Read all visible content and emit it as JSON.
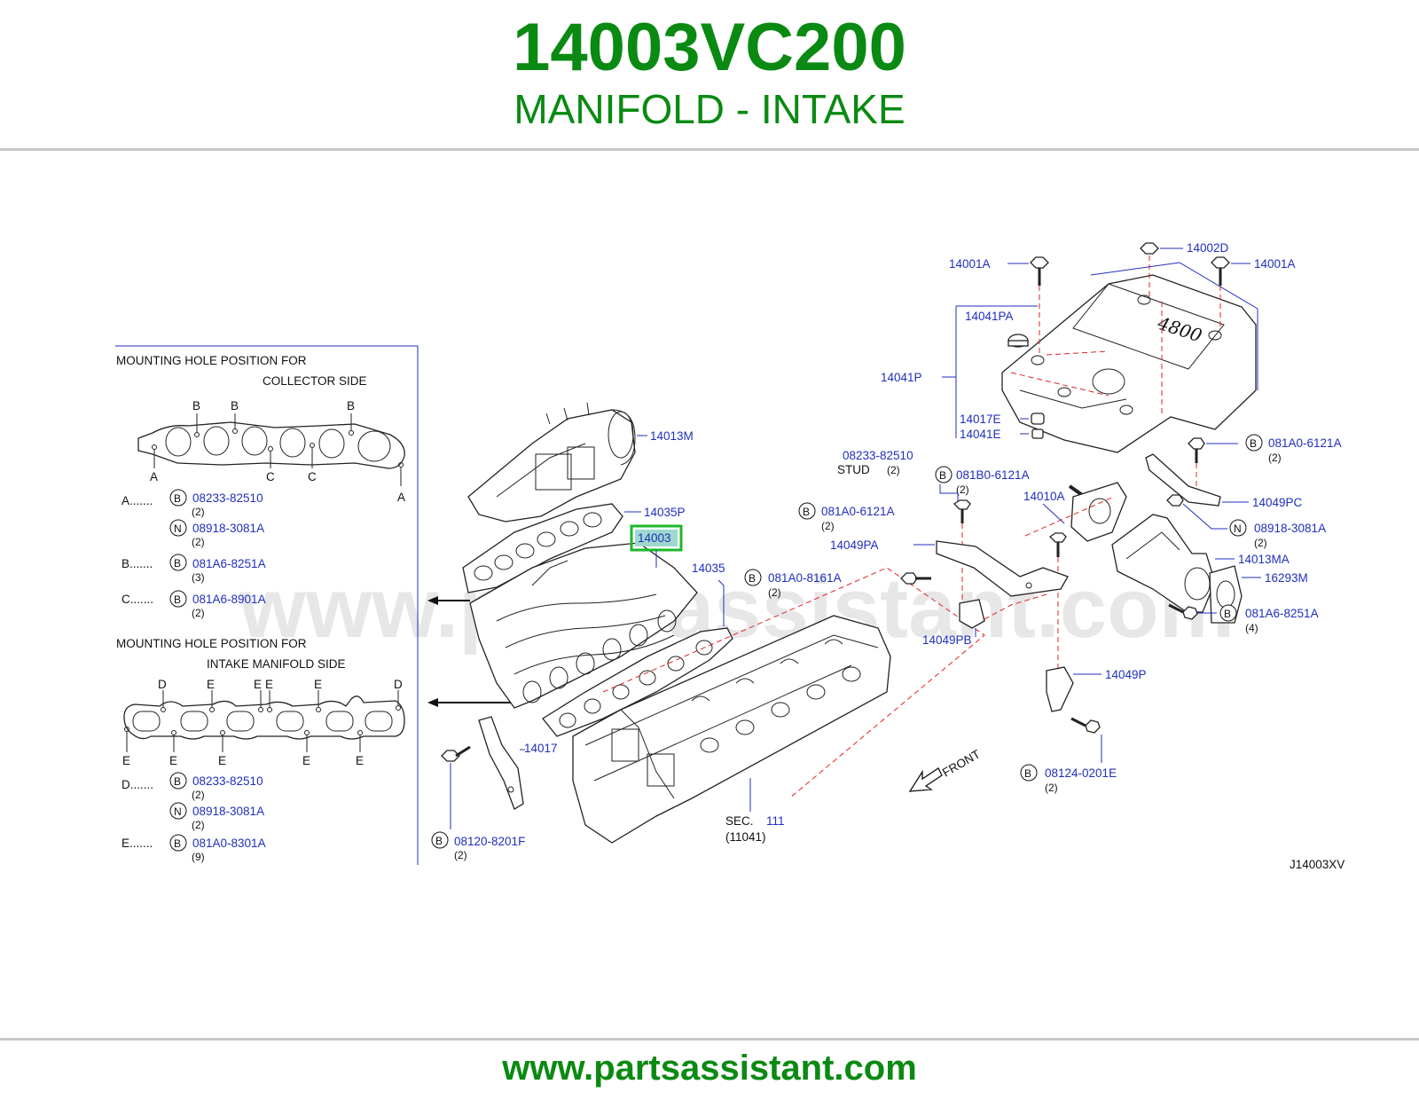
{
  "header": {
    "part_number": "14003VC200",
    "part_name": "MANIFOLD - INTAKE"
  },
  "footer": {
    "url": "www.partsassistant.com"
  },
  "watermark": "www.partsassistant.com",
  "colors": {
    "title_green": "#0a8a12",
    "label_blue": "#1f2fbf",
    "dash_red": "#e02424",
    "highlight_box": "#1db82a"
  },
  "collector_panel": {
    "title_line1": "MOUNTING   HOLE   POSITION   FOR",
    "title_line2": "COLLECTOR   SIDE",
    "hole_letters": [
      "B",
      "B",
      "B",
      "A",
      "C",
      "C",
      "A"
    ],
    "legend": [
      {
        "key": "A.......",
        "badge": "B",
        "part": "08233-82510",
        "qty": "(2)"
      },
      {
        "key": "",
        "badge": "N",
        "part": "08918-3081A",
        "qty": "(2)"
      },
      {
        "key": "B.......",
        "badge": "B",
        "part": "081A6-8251A",
        "qty": "(3)"
      },
      {
        "key": "C.......",
        "badge": "B",
        "part": "081A6-8901A",
        "qty": "(2)"
      }
    ]
  },
  "manifold_panel": {
    "title_line1": "MOUNTING   HOLE   POSITION   FOR",
    "title_line2": "INTAKE   MANIFOLD   SIDE",
    "hole_letters": [
      "D",
      "E",
      "E",
      "E",
      "E",
      "D",
      "E",
      "E",
      "E",
      "E",
      "E"
    ],
    "legend": [
      {
        "key": "D.......",
        "badge": "B",
        "part": "08233-82510",
        "qty": "(2)"
      },
      {
        "key": "",
        "badge": "N",
        "part": "08918-3081A",
        "qty": "(2)"
      },
      {
        "key": "E.......",
        "badge": "B",
        "part": "081A0-8301A",
        "qty": "(9)"
      }
    ]
  },
  "callouts": {
    "c14013M": "14013M",
    "c14035P": "14035P",
    "c14003": "14003",
    "c14035": "14035",
    "c14017": "14017",
    "c08120": "08120-8201F",
    "c08120_qty": "(2)",
    "sec_label": "SEC.",
    "sec_num": "111",
    "sec_ref": "(11041)",
    "front": "FRONT",
    "c14001A_left": "14001A",
    "c14001A_right": "14001A",
    "c14002D": "14002D",
    "c14041PA": "14041PA",
    "c14041P": "14041P",
    "c14017E": "14017E",
    "c14041E": "14041E",
    "stud_part": "08233-82510",
    "stud_label": "STUD",
    "stud_qty": "(2)",
    "c081B0": "081B0-6121A",
    "c081B0_qty": "(2)",
    "c14010A": "14010A",
    "c081A0_6121_left": "081A0-6121A",
    "c081A0_6121_left_qty": "(2)",
    "c14049PA": "14049PA",
    "c081A0_8161": "081A0-8161A",
    "c081A0_8161_qty": "(2)",
    "c14049PB": "14049PB",
    "c081A0_6121_right": "081A0-6121A",
    "c081A0_6121_right_qty": "(2)",
    "c14049PC": "14049PC",
    "c08918": "08918-3081A",
    "c08918_qty": "(2)",
    "c14013MA": "14013MA",
    "c16293M": "16293M",
    "c081A6_8251": "081A6-8251A",
    "c081A6_8251_qty": "(4)",
    "c14049P": "14049P",
    "c08124": "08124-0201E",
    "c08124_qty": "(2)",
    "cover_text": "4800",
    "diagram_code": "J14003XV"
  }
}
